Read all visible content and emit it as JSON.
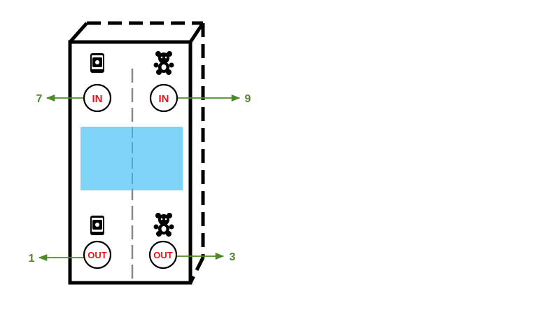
{
  "colors": {
    "outline": "#000000",
    "window": "#7fd3f7",
    "button_text": "#e8141b",
    "arrow": "#4e8a2a",
    "divider": "#888888"
  },
  "icons": {
    "left_column": "can-icon",
    "right_column": "teddy-bear-icon"
  },
  "buttons": {
    "top_left": "IN",
    "top_right": "IN",
    "bottom_left": "OUT",
    "bottom_right": "OUT"
  },
  "counts": {
    "top_left": "7",
    "top_right": "9",
    "bottom_left": "1",
    "bottom_right": "3"
  }
}
